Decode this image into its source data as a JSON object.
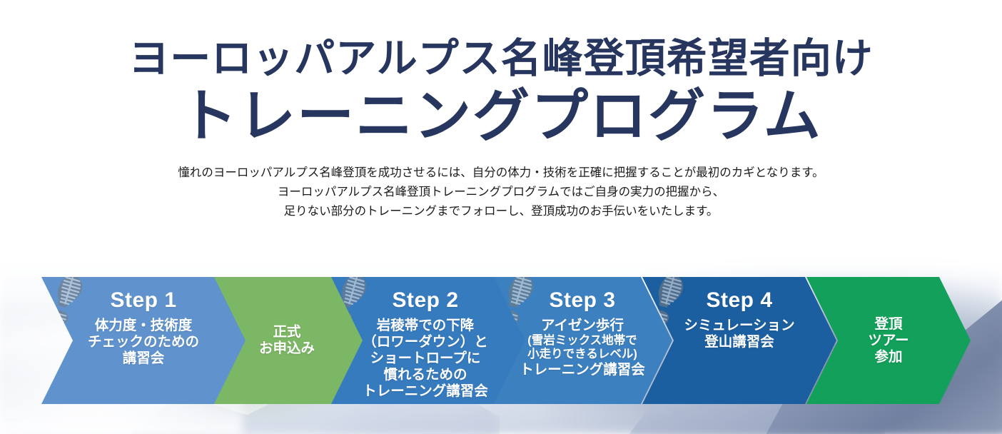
{
  "header": {
    "title_line1": "ヨーロッパアルプス名峰登頂希望者向け",
    "title_line2": "トレーニングプログラム",
    "title_color": "#27365E"
  },
  "lead": {
    "line1": "憧れのヨーロッパアルプス名峰登頂を成功させるには、自分の体力・技術を正確に把握することが最初のカギとなります。",
    "line2": "ヨーロッパアルプス名峰登頂トレーニングプログラムではご自身の実力の把握から、",
    "line3": "足りない部分のトレーニングまでフォローし、登頂成功のお手伝いをいたします。"
  },
  "flow": {
    "steps": [
      {
        "step_label": "Step 1",
        "body_line1": "体力度・技術度",
        "body_line2": "チェックのための",
        "body_line3": "講習会",
        "color": "#6093CE",
        "has_boot_icon": true
      },
      {
        "step_label": "",
        "body_line1": "正式",
        "body_line2": "お申込み",
        "color": "#7CB765",
        "has_boot_icon": false
      },
      {
        "step_label": "Step 2",
        "body_line1": "岩稜帯での下降",
        "body_line2": "（ロワーダウン）と",
        "body_line3": "ショートロープに",
        "body_line4": "慣れるための",
        "body_line5": "トレーニング講習会",
        "color": "#377BBF",
        "has_boot_icon": true
      },
      {
        "step_label": "Step 3",
        "body_line1": "アイゼン歩行",
        "body_line2": "(雪岩ミックス地帯で",
        "body_line3": "小走りできるレベル)",
        "body_line4": "トレーニング講習会",
        "color": "#3C80C0",
        "has_boot_icon": true
      },
      {
        "step_label": "Step 4",
        "body_line1": "シミュレーション",
        "body_line2": "登山講習会",
        "color": "#1C5FA0",
        "has_boot_icon": true
      },
      {
        "step_label": "",
        "body_line1": "登頂",
        "body_line2": "ツアー",
        "body_line3": "参加",
        "color": "#12A05A",
        "has_boot_icon": false
      }
    ]
  },
  "icons": {
    "boot_print": "boot-print-icon"
  }
}
